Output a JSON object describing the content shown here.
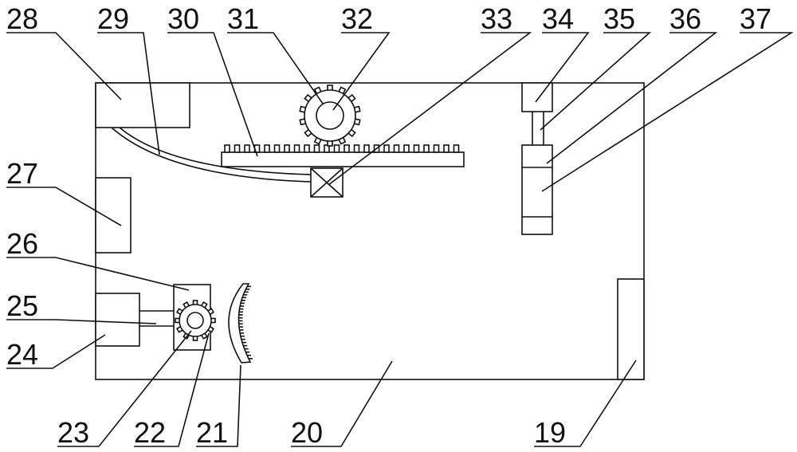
{
  "diagram": {
    "labels": {
      "n19": "19",
      "n20": "20",
      "n21": "21",
      "n22": "22",
      "n23": "23",
      "n24": "24",
      "n25": "25",
      "n26": "26",
      "n27": "27",
      "n28": "28",
      "n29": "29",
      "n30": "30",
      "n31": "31",
      "n32": "32",
      "n33": "33",
      "n34": "34",
      "n35": "35",
      "n36": "36",
      "n37": "37"
    },
    "colors": {
      "stroke": "#111111",
      "background": "#ffffff"
    }
  }
}
